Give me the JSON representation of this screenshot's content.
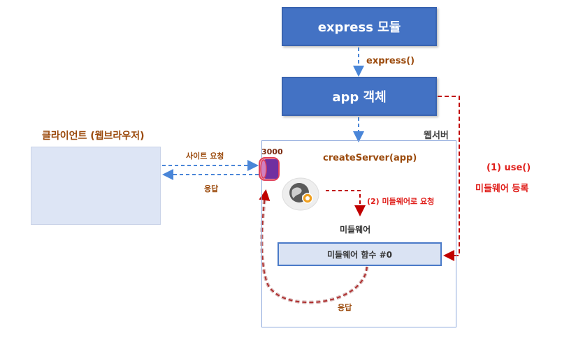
{
  "diagram": {
    "express_module_label": "express 모듈",
    "express_call_label": "express()",
    "app_object_label": "app 객체",
    "web_server_label": "웹서버",
    "client_label": "클라이언트 (웹브라우저)",
    "site_request_label": "사이트 요청",
    "response_label_left": "응답",
    "port_label": "3000",
    "create_server_label": "createServer(app)",
    "middleware_request_label": "(2) 미들웨어로 요청",
    "middleware_label": "미들웨어",
    "middleware_function_label": "미들웨어 함수 #0",
    "response_label_bottom": "응답",
    "use_label": "(1) use()",
    "register_label": "미들웨어 등록"
  },
  "colors": {
    "blue_box": "#4372c4",
    "server_border": "#8faadc",
    "client_fill": "#dde5f5",
    "middleware_fill": "#dae3f3",
    "blue_arrow": "#4a86d8",
    "red_arrow": "#c00000",
    "port_fill": "#7030a0",
    "port_border": "#e0405a",
    "orange_text": "#9b4a0c"
  }
}
